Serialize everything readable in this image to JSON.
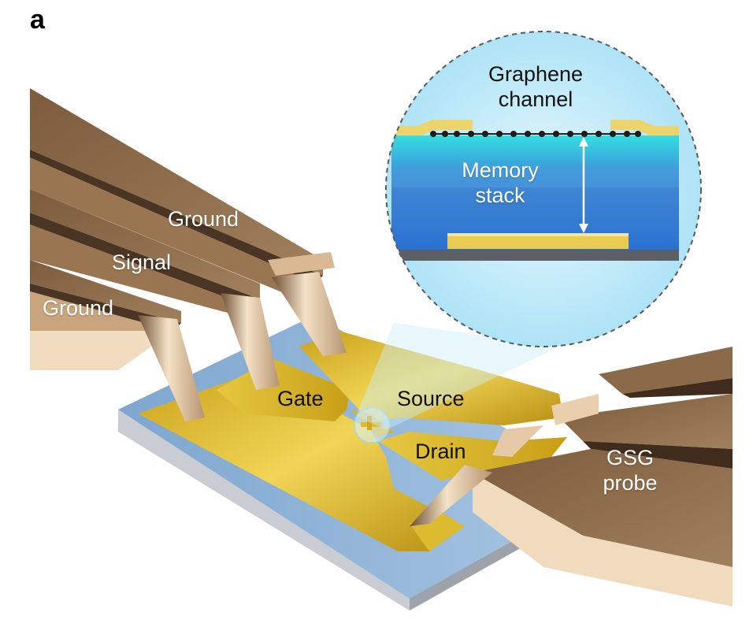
{
  "panel_label": "a",
  "probe_left": {
    "tip_labels": [
      "Ground",
      "Signal",
      "Ground"
    ]
  },
  "device": {
    "gate_label": "Gate",
    "source_label": "Source",
    "drain_label": "Drain"
  },
  "probe_right": {
    "label_line1": "GSG",
    "label_line2": "probe"
  },
  "inset": {
    "channel_line1": "Graphene",
    "channel_line2": "channel",
    "stack_line1": "Memory",
    "stack_line2": "stack"
  },
  "colors": {
    "probe_brown": "#8a6a48",
    "probe_light": "#f3dcc0",
    "gold": "#e0bd2a",
    "substrate_blue": "#8fb4d8",
    "inset_bg": "#cdeefa",
    "stack_cyan": "#33d9e0",
    "stack_blue": "#2b7fd6"
  }
}
